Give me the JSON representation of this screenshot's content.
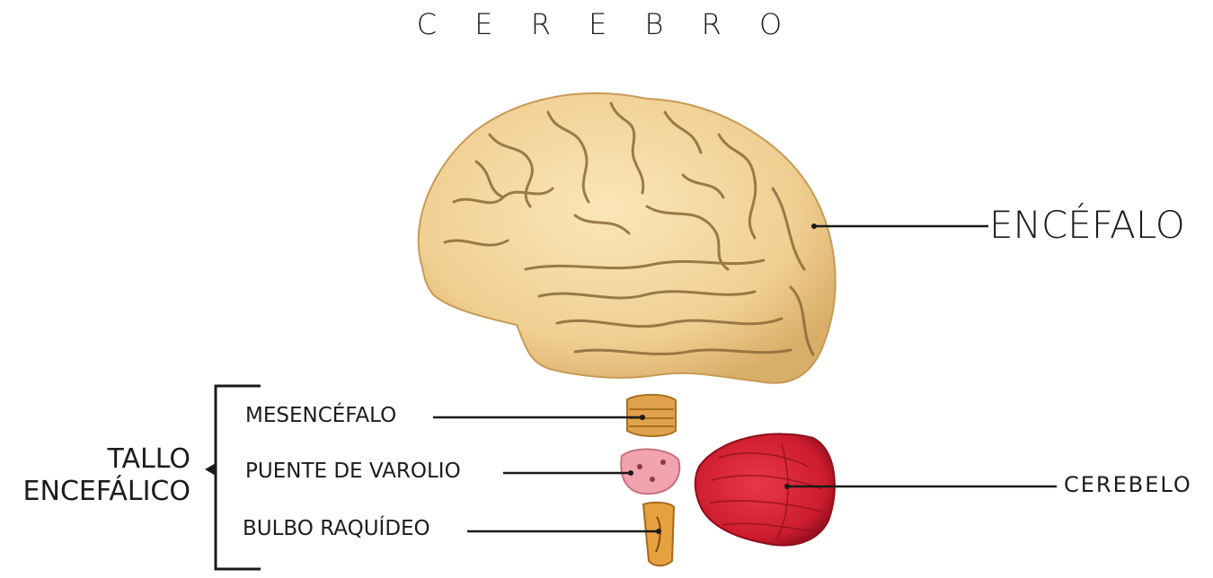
{
  "title": "C E R E B R O",
  "labels": {
    "encefalo": "ENCÉFALO",
    "cerebelo": "CEREBELO",
    "mesencefalo": "MESENCÉFALO",
    "puente": "PUENTE DE VAROLIO",
    "bulbo": "BULBO RAQUÍDEO",
    "tallo_line1": "TALLO",
    "tallo_line2": "ENCEFÁLICO"
  },
  "colors": {
    "cerebrum": "#f0cf92",
    "sulci": "#8a6a38",
    "cerebellum": "#d61f32",
    "pons": "#f1a4b0",
    "midbrain": "#e0a24c",
    "medulla": "#e6a13f",
    "line": "#1a1a1a"
  }
}
